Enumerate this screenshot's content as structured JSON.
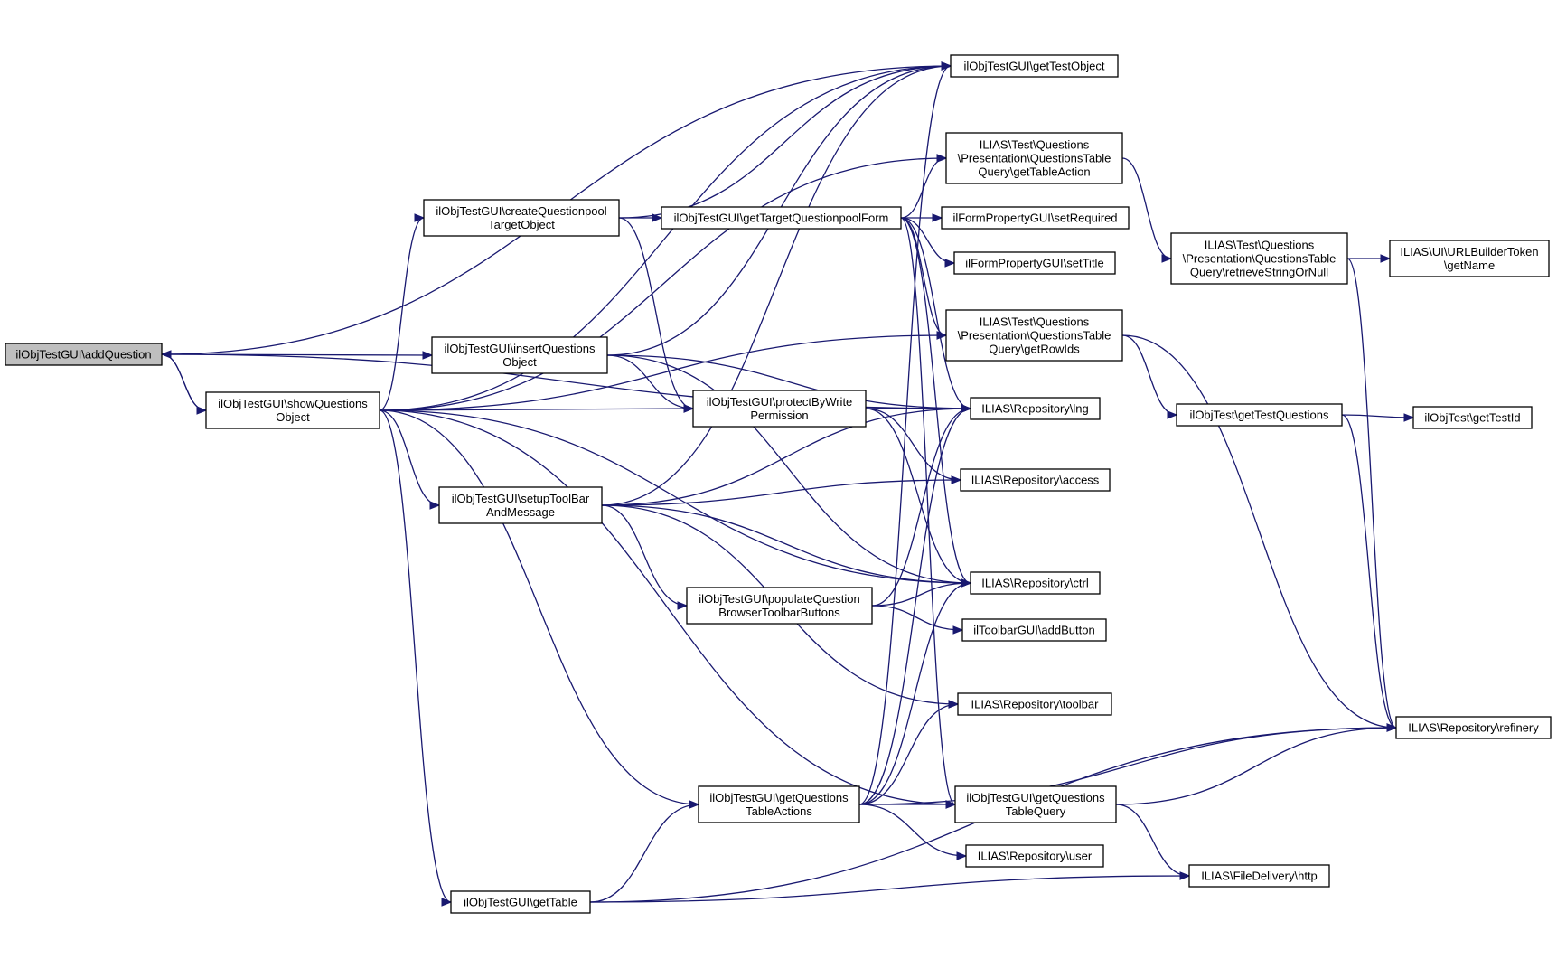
{
  "colors": {
    "edge": "#191970",
    "node_fill": "#ffffff",
    "root_fill": "#bfbfbf",
    "border": "#000000"
  },
  "nodes": {
    "addQuestion": {
      "lines": [
        "ilObjTestGUI\\addQuestion"
      ],
      "root": true
    },
    "showQuestionsObject": {
      "lines": [
        "ilObjTestGUI\\showQuestions",
        "Object"
      ]
    },
    "createQuestionpoolTargetObject": {
      "lines": [
        "ilObjTestGUI\\createQuestionpool",
        "TargetObject"
      ]
    },
    "insertQuestionsObject": {
      "lines": [
        "ilObjTestGUI\\insertQuestions",
        "Object"
      ]
    },
    "setupToolBarAndMessage": {
      "lines": [
        "ilObjTestGUI\\setupToolBar",
        "AndMessage"
      ]
    },
    "getTable": {
      "lines": [
        "ilObjTestGUI\\getTable"
      ]
    },
    "getTargetQuestionpoolForm": {
      "lines": [
        "ilObjTestGUI\\getTargetQuestionpoolForm"
      ]
    },
    "protectByWritePermission": {
      "lines": [
        "ilObjTestGUI\\protectByWrite",
        "Permission"
      ]
    },
    "populateQuestionBrowserToolbarButtons": {
      "lines": [
        "ilObjTestGUI\\populateQuestion",
        "BrowserToolbarButtons"
      ]
    },
    "getQuestionsTableActions": {
      "lines": [
        "ilObjTestGUI\\getQuestions",
        "TableActions"
      ]
    },
    "getTestObject": {
      "lines": [
        "ilObjTestGUI\\getTestObject"
      ]
    },
    "getTableAction": {
      "lines": [
        "ILIAS\\Test\\Questions",
        "\\Presentation\\QuestionsTable",
        "Query\\getTableAction"
      ]
    },
    "setRequired": {
      "lines": [
        "ilFormPropertyGUI\\setRequired"
      ]
    },
    "setTitle": {
      "lines": [
        "ilFormPropertyGUI\\setTitle"
      ]
    },
    "getRowIds": {
      "lines": [
        "ILIAS\\Test\\Questions",
        "\\Presentation\\QuestionsTable",
        "Query\\getRowIds"
      ]
    },
    "lng": {
      "lines": [
        "ILIAS\\Repository\\lng"
      ]
    },
    "access": {
      "lines": [
        "ILIAS\\Repository\\access"
      ]
    },
    "ctrl": {
      "lines": [
        "ILIAS\\Repository\\ctrl"
      ]
    },
    "addButton": {
      "lines": [
        "ilToolbarGUI\\addButton"
      ]
    },
    "toolbar": {
      "lines": [
        "ILIAS\\Repository\\toolbar"
      ]
    },
    "getQuestionsTableQuery": {
      "lines": [
        "ilObjTestGUI\\getQuestions",
        "TableQuery"
      ]
    },
    "user": {
      "lines": [
        "ILIAS\\Repository\\user"
      ]
    },
    "retrieveStringOrNull": {
      "lines": [
        "ILIAS\\Test\\Questions",
        "\\Presentation\\QuestionsTable",
        "Query\\retrieveStringOrNull"
      ]
    },
    "getTestQuestions": {
      "lines": [
        "ilObjTest\\getTestQuestions"
      ]
    },
    "http": {
      "lines": [
        "ILIAS\\FileDelivery\\http"
      ]
    },
    "getName": {
      "lines": [
        "ILIAS\\UI\\URLBuilderToken",
        "\\getName"
      ]
    },
    "getTestId": {
      "lines": [
        "ilObjTest\\getTestId"
      ]
    },
    "refinery": {
      "lines": [
        "ILIAS\\Repository\\refinery"
      ]
    }
  },
  "edges": [
    [
      "addQuestion",
      "getTestObject"
    ],
    [
      "addQuestion",
      "insertQuestionsObject"
    ],
    [
      "addQuestion",
      "lng"
    ],
    [
      "addQuestion",
      "showQuestionsObject"
    ],
    [
      "showQuestionsObject",
      "addQuestion"
    ],
    [
      "showQuestionsObject",
      "getTestObject"
    ],
    [
      "showQuestionsObject",
      "getTableAction"
    ],
    [
      "showQuestionsObject",
      "createQuestionpoolTargetObject"
    ],
    [
      "showQuestionsObject",
      "getRowIds"
    ],
    [
      "showQuestionsObject",
      "protectByWritePermission"
    ],
    [
      "showQuestionsObject",
      "setupToolBarAndMessage"
    ],
    [
      "showQuestionsObject",
      "ctrl"
    ],
    [
      "showQuestionsObject",
      "getQuestionsTableActions"
    ],
    [
      "showQuestionsObject",
      "getQuestionsTableQuery"
    ],
    [
      "showQuestionsObject",
      "getTable"
    ],
    [
      "createQuestionpoolTargetObject",
      "getTestObject"
    ],
    [
      "createQuestionpoolTargetObject",
      "getTargetQuestionpoolForm"
    ],
    [
      "createQuestionpoolTargetObject",
      "protectByWritePermission"
    ],
    [
      "insertQuestionsObject",
      "getTestObject"
    ],
    [
      "insertQuestionsObject",
      "protectByWritePermission"
    ],
    [
      "insertQuestionsObject",
      "lng"
    ],
    [
      "insertQuestionsObject",
      "ctrl"
    ],
    [
      "setupToolBarAndMessage",
      "getTestObject"
    ],
    [
      "setupToolBarAndMessage",
      "lng"
    ],
    [
      "setupToolBarAndMessage",
      "access"
    ],
    [
      "setupToolBarAndMessage",
      "populateQuestionBrowserToolbarButtons"
    ],
    [
      "setupToolBarAndMessage",
      "ctrl"
    ],
    [
      "setupToolBarAndMessage",
      "toolbar"
    ],
    [
      "getTargetQuestionpoolForm",
      "getTableAction"
    ],
    [
      "getTargetQuestionpoolForm",
      "setRequired"
    ],
    [
      "getTargetQuestionpoolForm",
      "setTitle"
    ],
    [
      "getTargetQuestionpoolForm",
      "getRowIds"
    ],
    [
      "getTargetQuestionpoolForm",
      "lng"
    ],
    [
      "getTargetQuestionpoolForm",
      "ctrl"
    ],
    [
      "getTargetQuestionpoolForm",
      "getQuestionsTableQuery"
    ],
    [
      "protectByWritePermission",
      "lng"
    ],
    [
      "protectByWritePermission",
      "access"
    ],
    [
      "protectByWritePermission",
      "ctrl"
    ],
    [
      "populateQuestionBrowserToolbarButtons",
      "lng"
    ],
    [
      "populateQuestionBrowserToolbarButtons",
      "ctrl"
    ],
    [
      "populateQuestionBrowserToolbarButtons",
      "addButton"
    ],
    [
      "getQuestionsTableActions",
      "getTestObject"
    ],
    [
      "getQuestionsTableActions",
      "lng"
    ],
    [
      "getQuestionsTableActions",
      "ctrl"
    ],
    [
      "getQuestionsTableActions",
      "toolbar"
    ],
    [
      "getQuestionsTableActions",
      "getQuestionsTableQuery"
    ],
    [
      "getQuestionsTableActions",
      "user"
    ],
    [
      "getQuestionsTableActions",
      "refinery"
    ],
    [
      "getTable",
      "getQuestionsTableActions"
    ],
    [
      "getTable",
      "http"
    ],
    [
      "getTable",
      "refinery"
    ],
    [
      "getTableAction",
      "retrieveStringOrNull"
    ],
    [
      "getRowIds",
      "getTestQuestions"
    ],
    [
      "getRowIds",
      "refinery"
    ],
    [
      "getQuestionsTableQuery",
      "refinery"
    ],
    [
      "getQuestionsTableQuery",
      "http"
    ],
    [
      "retrieveStringOrNull",
      "getName"
    ],
    [
      "retrieveStringOrNull",
      "refinery"
    ],
    [
      "getTestQuestions",
      "getTestId"
    ],
    [
      "getTestQuestions",
      "refinery"
    ]
  ]
}
